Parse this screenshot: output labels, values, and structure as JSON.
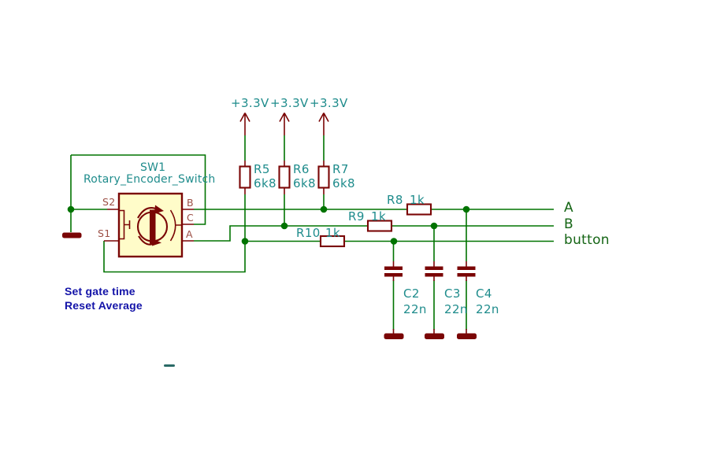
{
  "schematic": {
    "power_labels": [
      "+3.3V",
      "+3.3V",
      "+3.3V"
    ],
    "pullup_resistors": [
      {
        "ref": "R5",
        "value": "6k8"
      },
      {
        "ref": "R6",
        "value": "6k8"
      },
      {
        "ref": "R7",
        "value": "6k8"
      }
    ],
    "series_resistors": [
      {
        "ref": "R8",
        "value": "1k"
      },
      {
        "ref": "R9",
        "value": "1k"
      },
      {
        "ref": "R10",
        "value": "1k"
      }
    ],
    "capacitors": [
      {
        "ref": "C2",
        "value": "22n"
      },
      {
        "ref": "C3",
        "value": "22n"
      },
      {
        "ref": "C4",
        "value": "22n"
      }
    ],
    "switch": {
      "ref": "SW1",
      "part_name": "Rotary_Encoder_Switch",
      "pin_s2": "S2",
      "pin_s1": "S1",
      "pin_b": "B",
      "pin_c": "C",
      "pin_a": "A"
    },
    "net_labels": {
      "a": "A",
      "b": "B",
      "button": "button"
    },
    "annotations": [
      "Set gate time",
      "Reset Average"
    ]
  },
  "colors": {
    "wire": "#007300",
    "component": "#7a0505",
    "text_teal": "#1f8c8c",
    "net_label": "#156515",
    "annotation_blue": "#1313a8",
    "pin_name": "#9c4f45",
    "body_fill": "#fffcc9",
    "teal_dim": "#2a6a66"
  }
}
